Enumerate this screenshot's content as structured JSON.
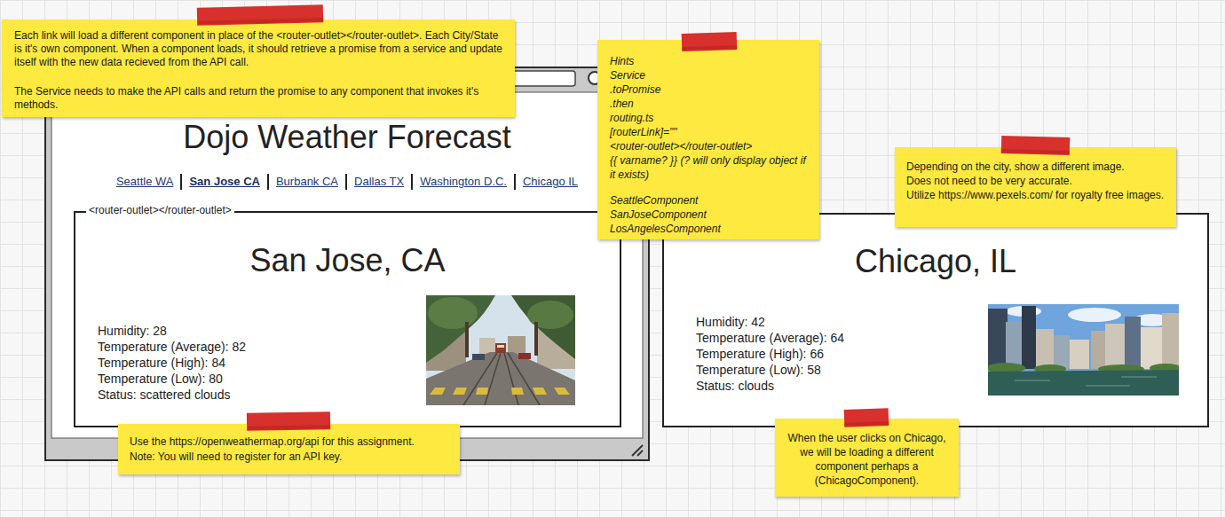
{
  "diagram": {
    "nodes": [
      {
        "text": [
          "Each link will load a different component in place of the <router-outlet></router-outlet>. Each City/State is it's own component. When a component loads, it should retrieve a promise from a service and update itself with the new data recieved from the API call.",
          "The Service needs to make the API calls and return the promise to any component that invokes it's methods."
        ]
      },
      {
        "text": [
          "Hints",
          "Service",
          ".toPromise",
          ".then",
          "routing.ts",
          "[routerLink]=\"\"",
          "<router-outlet></router-outlet>",
          "{{ varname? }} (? will only display object if it exists)",
          "SeattleComponent",
          "SanJoseComponent",
          "LosAngelesComponent"
        ]
      },
      {
        "text": [
          "Dojo Weather Forecast",
          "Seattle WA",
          "San Jose CA",
          "Burbank CA",
          "Dallas TX",
          "Washington D.C.",
          "Chicago IL"
        ]
      },
      {
        "text": [
          "<router-outlet></router-outlet>",
          "San Jose, CA",
          "Humidity: 28",
          "Temperature (Average): 82",
          "Temperature (High): 84",
          "Temperature (Low): 80",
          "Status: scattered clouds"
        ],
        "in": 2
      },
      {
        "text": [
          "Depending on the city, show a different image.",
          "Does not need to be very accurate.",
          "Utilize https://www.pexels.com/ for royalty free images."
        ]
      },
      {
        "text": [
          "Chicago, IL",
          "Humidity: 42",
          "Temperature (Average): 64",
          "Temperature (High): 66",
          "Temperature (Low): 58",
          "Status: clouds"
        ]
      },
      {
        "text": [
          "Use the https://openweathermap.org/api for this assignment.",
          "Note: You will need to register for an API key."
        ]
      },
      {
        "text": [
          "When the user clicks on Chicago, we will be loading a different component perhaps a (ChicagoComponent)."
        ]
      }
    ]
  }
}
